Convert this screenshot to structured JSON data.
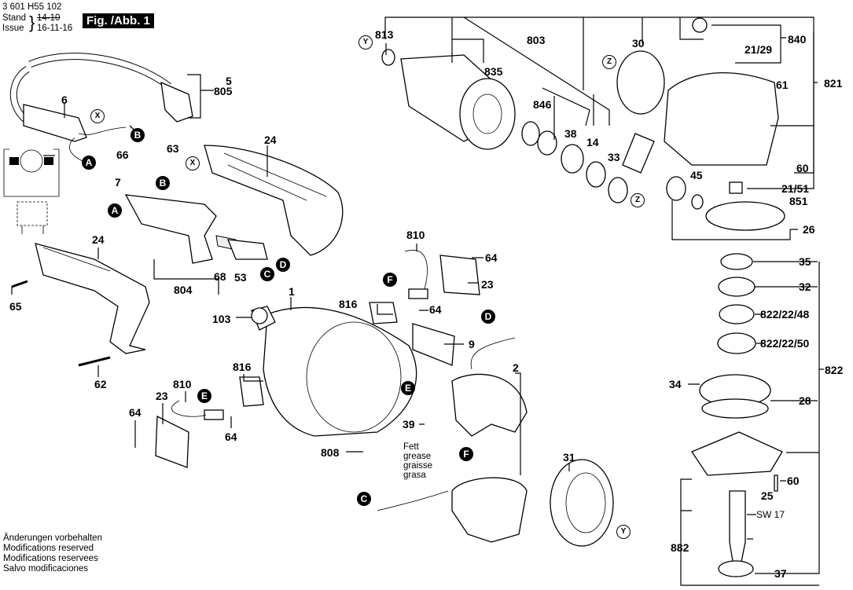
{
  "header": {
    "part_number": "3 601 H55 102",
    "stand_label": "Stand",
    "issue_label": "Issue",
    "stand_date_struck": "14-10",
    "issue_date": "16-11-16",
    "figure_title": "Fig. /Abb. 1"
  },
  "footer": {
    "lines": [
      "Änderungen vorbehalten",
      "Modifications reserved",
      "Modifications reservees",
      "Salvo modificaciones"
    ]
  },
  "grease_note": [
    "Fett",
    "grease",
    "graisse",
    "grasa"
  ],
  "wrench_note": "SW 17",
  "callouts_bold": {
    "c813": "813",
    "c803": "803",
    "c835": "835",
    "c846": "846",
    "c38": "38",
    "c14": "14",
    "c33": "33",
    "c30": "30",
    "c840": "840",
    "c21_29": "21/29",
    "c821": "821",
    "c61": "61",
    "c60a": "60",
    "c21_51": "21/51",
    "c851": "851",
    "c45": "45",
    "c26": "26",
    "c5": "5",
    "c805": "805",
    "c6": "6",
    "c66": "66",
    "c63": "63",
    "c7": "7",
    "c24a": "24",
    "c68": "68",
    "c53": "53",
    "c804": "804",
    "c24b": "24",
    "c65": "65",
    "c62": "62",
    "c810a": "810",
    "c64a": "64",
    "c23a": "23",
    "c816a": "816",
    "c64b": "64",
    "c9": "9",
    "c1": "1",
    "c103": "103",
    "c816b": "816",
    "c810b": "810",
    "c23b": "23",
    "c64c": "64",
    "c64d": "64",
    "c2": "2",
    "c39": "39",
    "c808": "808",
    "c31": "31",
    "c35": "35",
    "c32": "32",
    "c822_22_48": "822/22/48",
    "c822_22_50": "822/22/50",
    "c822": "822",
    "c34": "34",
    "c28": "28",
    "c60b": "60",
    "c25": "25",
    "c882": "882",
    "c37": "37"
  },
  "connectors": {
    "A": "A",
    "B": "B",
    "C": "C",
    "D": "D",
    "E": "E",
    "F": "F"
  },
  "markers": {
    "X": "X",
    "Y": "Y",
    "Z": "Z"
  }
}
